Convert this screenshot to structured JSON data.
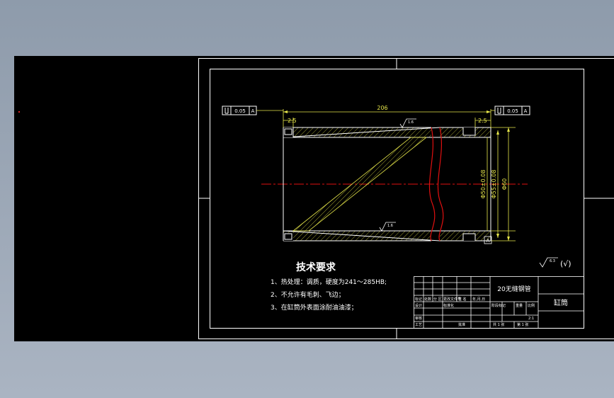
{
  "drawing": {
    "dim_overall": "206",
    "dim_left_small": "2.5",
    "dim_right_small": "2.5",
    "dim_d1": "Φ50±0.08",
    "dim_d2": "Φ55±0.08",
    "dim_d3": "Φ60",
    "datum_label": "A",
    "tol_left_value": "0.05",
    "tol_left_datum": "A",
    "tol_right_value": "0.05",
    "tol_right_datum": "A",
    "roughness_top": "1.6",
    "roughness_bottom": "1.6",
    "roughness_note_value": "6.3",
    "roughness_note_paren": "(√)"
  },
  "requirements": {
    "title": "技术要求",
    "items": [
      "1、热处理：调质，硬度为241～285HB;",
      "2、不允许有毛刺、飞边；",
      "3、在缸筒外表面涂耐油油漆；"
    ]
  },
  "title_block": {
    "material": "20无缝钢管",
    "part_name": "缸筒",
    "col_mark": "标记",
    "col_count": "处数",
    "col_zone": "分 区",
    "col_docno": "更改文件号",
    "col_sign": "签 名",
    "col_date": "年,月,日",
    "designer": "设计",
    "standardization": "标准化",
    "stage_mark": "阶段标记",
    "weight": "重量",
    "scale": "比例",
    "scale_value": "2:1",
    "reviewer": "审核",
    "craft": "工艺",
    "approve": "批准",
    "sheet_total": "共 1 张",
    "sheet_no": "第 1 张"
  }
}
